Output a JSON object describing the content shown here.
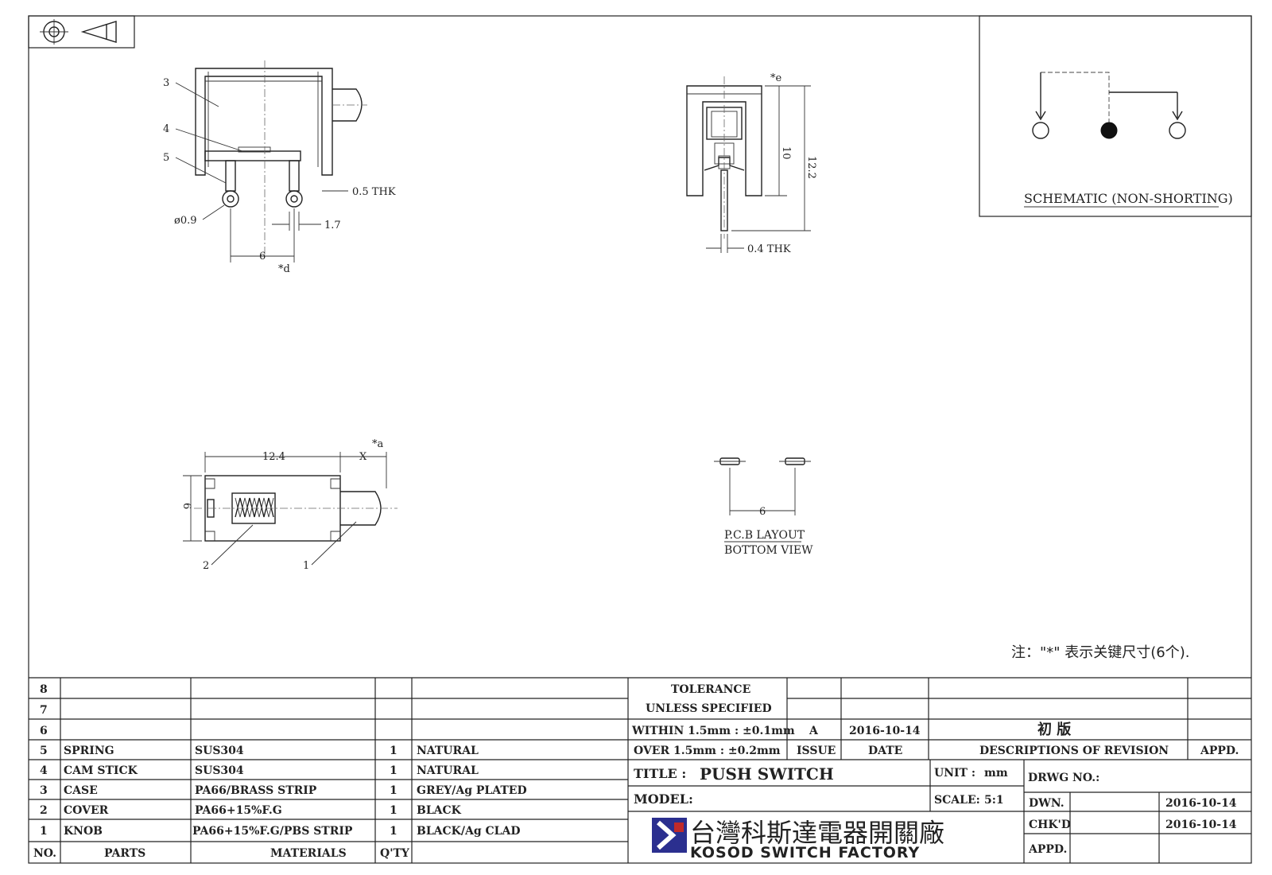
{
  "projection_symbol": "first-angle-projection-icon",
  "side_view": {
    "callouts": [
      "3",
      "4",
      "5"
    ],
    "thk": "0.5 THK",
    "hole_dia": "ø0.9",
    "pin_gap": "1.7",
    "pitch": "6",
    "key_d": "*d"
  },
  "front_view": {
    "key_e": "*e",
    "inner_h": "10",
    "total_h": "12.2",
    "thk": "0.4 THK"
  },
  "schematic": {
    "title": "SCHEMATIC (NON-SHORTING)"
  },
  "top_view": {
    "length": "12.4",
    "travel": "X",
    "key_a": "*a",
    "width": "6",
    "callouts": [
      "2",
      "1"
    ]
  },
  "pcb_layout": {
    "pitch": "6",
    "title": "P.C.B LAYOUT",
    "subtitle": "BOTTOM VIEW"
  },
  "note": "注：\"*\" 表示关键尺寸(6个).",
  "bom": {
    "header": {
      "no": "NO.",
      "parts": "PARTS",
      "materials": "MATERIALS",
      "qty": "Q'TY"
    },
    "rows": [
      {
        "no": "8",
        "part": "",
        "material": "",
        "qty": "",
        "finish": ""
      },
      {
        "no": "7",
        "part": "",
        "material": "",
        "qty": "",
        "finish": ""
      },
      {
        "no": "6",
        "part": "",
        "material": "",
        "qty": "",
        "finish": ""
      },
      {
        "no": "5",
        "part": "SPRING",
        "material": "SUS304",
        "qty": "1",
        "finish": "NATURAL"
      },
      {
        "no": "4",
        "part": "CAM STICK",
        "material": "SUS304",
        "qty": "1",
        "finish": "NATURAL"
      },
      {
        "no": "3",
        "part": "CASE",
        "material": "PA66/BRASS STRIP",
        "qty": "1",
        "finish": "GREY/Ag PLATED"
      },
      {
        "no": "2",
        "part": "COVER",
        "material": "PA66+15%F.G",
        "qty": "1",
        "finish": "BLACK"
      },
      {
        "no": "1",
        "part": "KNOB",
        "material": "PA66+15%F.G/PBS STRIP",
        "qty": "1",
        "finish": "BLACK/Ag CLAD"
      }
    ]
  },
  "tolerance": {
    "line1": "TOLERANCE",
    "line2": "UNLESS  SPECIFIED",
    "line3": "WITHIN 1.5mm : ±0.1mm",
    "line4": "OVER 1.5mm : ±0.2mm"
  },
  "revision": {
    "issue": "A",
    "date": "2016-10-14",
    "description": "初   版",
    "header_issue": "ISSUE",
    "header_date": "DATE",
    "header_desc": "DESCRIPTIONS OF REVISION",
    "header_appd": "APPD."
  },
  "title_block": {
    "title_label": "TITLE :",
    "title": "PUSH SWITCH",
    "unit_label": "UNIT :",
    "unit": "mm",
    "drwg_label": "DRWG NO.:",
    "model_label": "MODEL:",
    "scale_label": "SCALE:",
    "scale": "5:1",
    "company_cn": "台灣科斯達電器開關廠",
    "company_en": "KOSOD SWITCH FACTORY",
    "dwn_label": "DWN.",
    "dwn_date": "2016-10-14",
    "chkd_label": "CHK'D",
    "chkd_date": "2016-10-14",
    "appd_label": "APPD."
  }
}
